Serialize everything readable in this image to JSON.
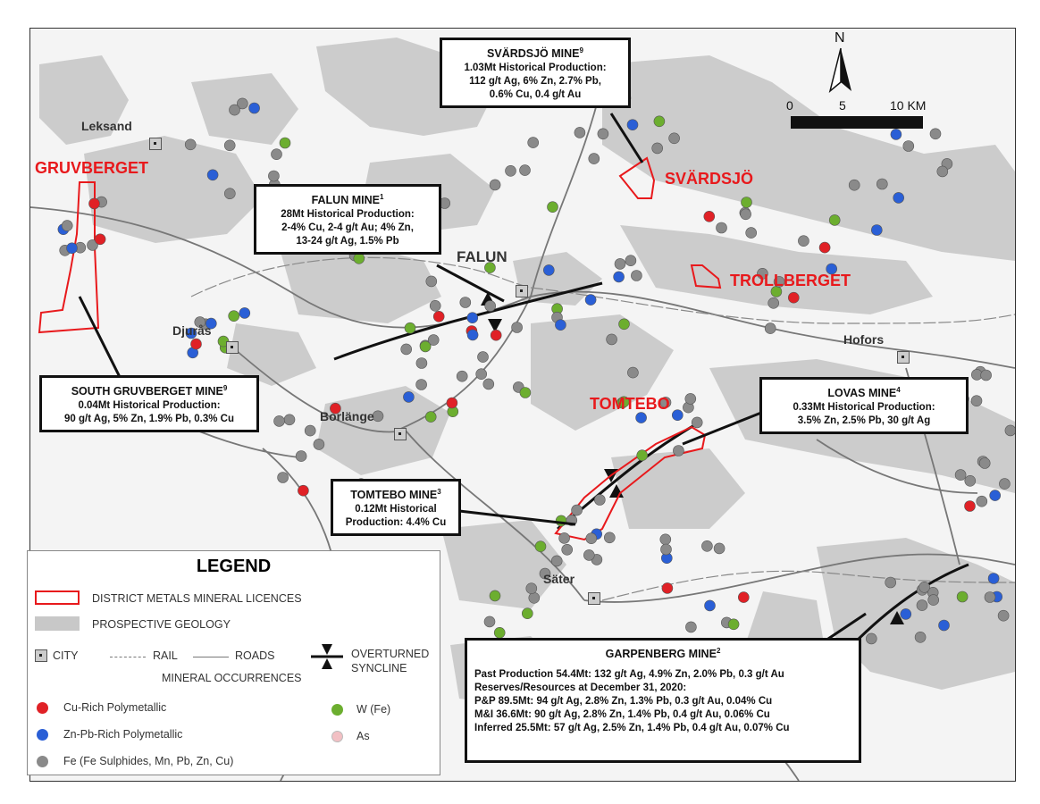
{
  "colors": {
    "licence": "#e8191c",
    "geology": "#c8c8c8",
    "cu": "#e02126",
    "zn": "#2a5fd6",
    "fe": "#8a8a8a",
    "w": "#6cae2f",
    "as": "#f2c0c4"
  },
  "cities": {
    "leksand": "Leksand",
    "djuras": "Djurås",
    "borlange": "Borlänge",
    "falun": "FALUN",
    "hofors": "Hofors",
    "sater": "Säter"
  },
  "licences": {
    "gruvberget": "GRUVBERGET",
    "svardsjo": "SVÄRDSJÖ",
    "trollberget": "TROLLBERGET",
    "tomtebo": "TOMTEBO"
  },
  "mines": {
    "svardsjo": {
      "title": "SVÄRDSJÖ MINE",
      "ref": "9",
      "lines": [
        "1.03Mt Historical Production:",
        "112 g/t Ag, 6% Zn, 2.7% Pb,",
        "0.6% Cu, 0.4 g/t Au"
      ]
    },
    "falun": {
      "title": "FALUN MINE",
      "ref": "1",
      "lines": [
        "28Mt Historical Production:",
        "2-4% Cu, 2-4 g/t Au; 4% Zn,",
        "13-24 g/t Ag, 1.5% Pb"
      ]
    },
    "south_gruvberget": {
      "title": "SOUTH GRUVBERGET MINE",
      "ref": "9",
      "lines": [
        "0.04Mt Historical Production:",
        "90 g/t Ag, 5% Zn, 1.9% Pb, 0.3% Cu"
      ]
    },
    "lovas": {
      "title": "LOVAS MINE",
      "ref": "4",
      "lines": [
        "0.33Mt Historical Production:",
        "3.5% Zn, 2.5% Pb, 30 g/t Ag"
      ]
    },
    "tomtebo": {
      "title": "TOMTEBO MINE",
      "ref": "3",
      "lines": [
        "0.12Mt Historical",
        "Production: 4.4% Cu"
      ]
    },
    "garpenberg": {
      "title": "GARPENBERG MINE",
      "ref": "2",
      "lines": [
        "Past Production 54.4Mt: 132 g/t Ag, 4.9% Zn, 2.0% Pb, 0.3 g/t Au",
        "Reserves/Resources at December 31, 2020:",
        "P&P 89.5Mt: 94 g/t Ag, 2.8% Zn, 1.3% Pb, 0.3 g/t Au, 0.04% Cu",
        "M&I 36.6Mt: 90 g/t Ag, 2.8% Zn, 1.4% Pb, 0.4 g/t Au, 0.06% Cu",
        "Inferred 25.5Mt: 57 g/t Ag, 2.5% Zn, 1.4% Pb, 0.4 g/t Au, 0.07% Cu"
      ]
    }
  },
  "scale": {
    "n": "N",
    "t0": "0",
    "t5": "5",
    "t10": "10 KM"
  },
  "legend": {
    "title": "LEGEND",
    "licences": "DISTRICT METALS MINERAL LICENCES",
    "geology": "PROSPECTIVE GEOLOGY",
    "city": "CITY",
    "rail": "RAIL",
    "roads": "ROADS",
    "syncline_1": "OVERTURNED",
    "syncline_2": "SYNCLINE",
    "occurrences": "MINERAL OCCURRENCES",
    "cu": "Cu-Rich Polymetallic",
    "zn": "Zn-Pb-Rich Polymetallic",
    "fe": "Fe (Fe Sulphides, Mn, Pb, Zn, Cu)",
    "w": "W (Fe)",
    "as": "As"
  }
}
